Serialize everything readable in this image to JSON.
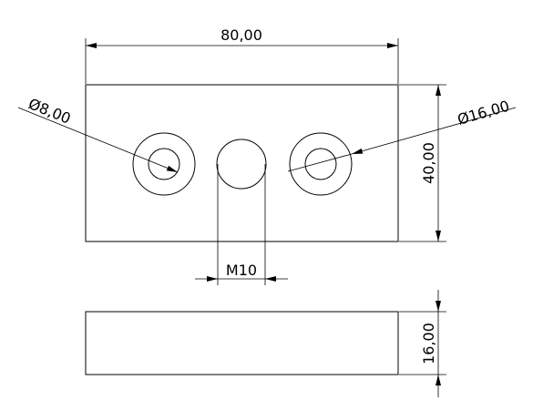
{
  "dimensions": {
    "width": "80,00",
    "height": "40,00",
    "thickness": "16,00",
    "small_diameter": "Ø8,00",
    "large_diameter": "Ø16,00",
    "thread": "M10"
  },
  "colors": {
    "stroke": "#000000",
    "background": "#ffffff"
  }
}
